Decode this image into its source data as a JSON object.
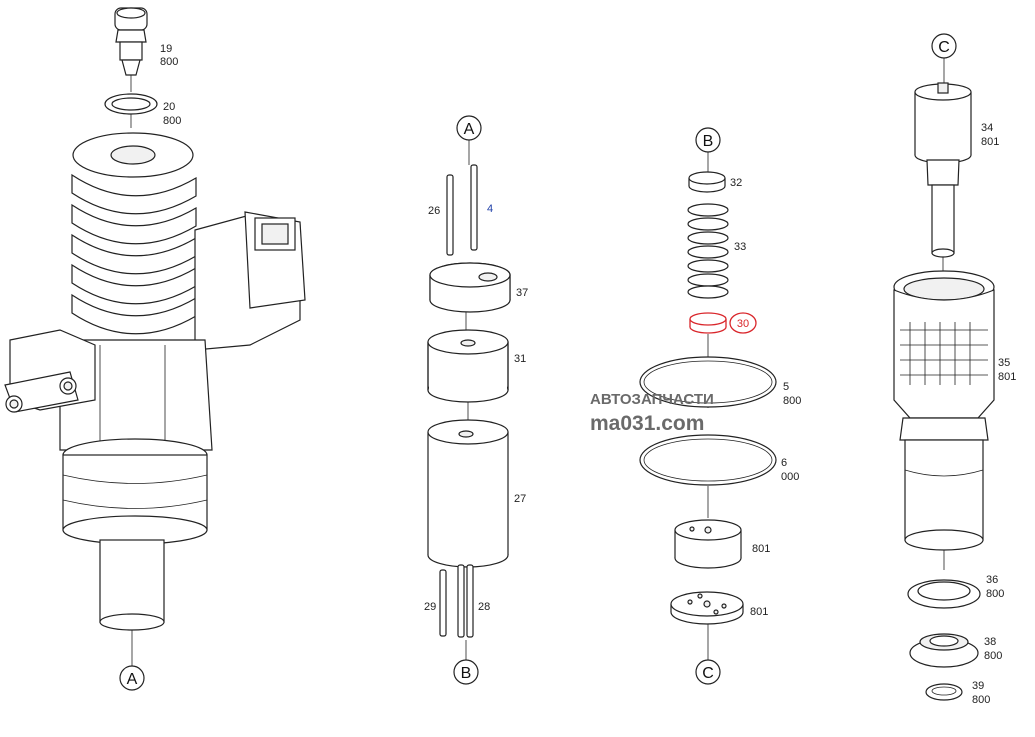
{
  "callouts": {
    "a_bottom": "A",
    "a_top": "A",
    "b_bottom": "B",
    "b_top": "B",
    "c_bottom": "C",
    "c_top": "C"
  },
  "labels": {
    "p19": "19",
    "p19b": "800",
    "p20": "20",
    "p20b": "800",
    "p26": "26",
    "p4": "4",
    "p37": "37",
    "p31": "31",
    "p27": "27",
    "p29": "29",
    "p28": "28",
    "p32": "32",
    "p33": "33",
    "p30": "30",
    "p5": "5",
    "p5b": "800",
    "p6": "6",
    "p6b": "000",
    "p801a": "801",
    "p801b": "801",
    "p34": "34",
    "p34b": "801",
    "p35": "35",
    "p35b": "801",
    "p36": "36",
    "p36b": "800",
    "p38": "38",
    "p38b": "800",
    "p39": "39",
    "p39b": "800"
  },
  "watermark": {
    "line1": "АВТОЗАПЧАСТИ",
    "line2": "ma031.com"
  },
  "colors": {
    "highlight": "#d9262b",
    "label_blue": "#1f3fa8",
    "watermark": "#6a6a6a"
  }
}
